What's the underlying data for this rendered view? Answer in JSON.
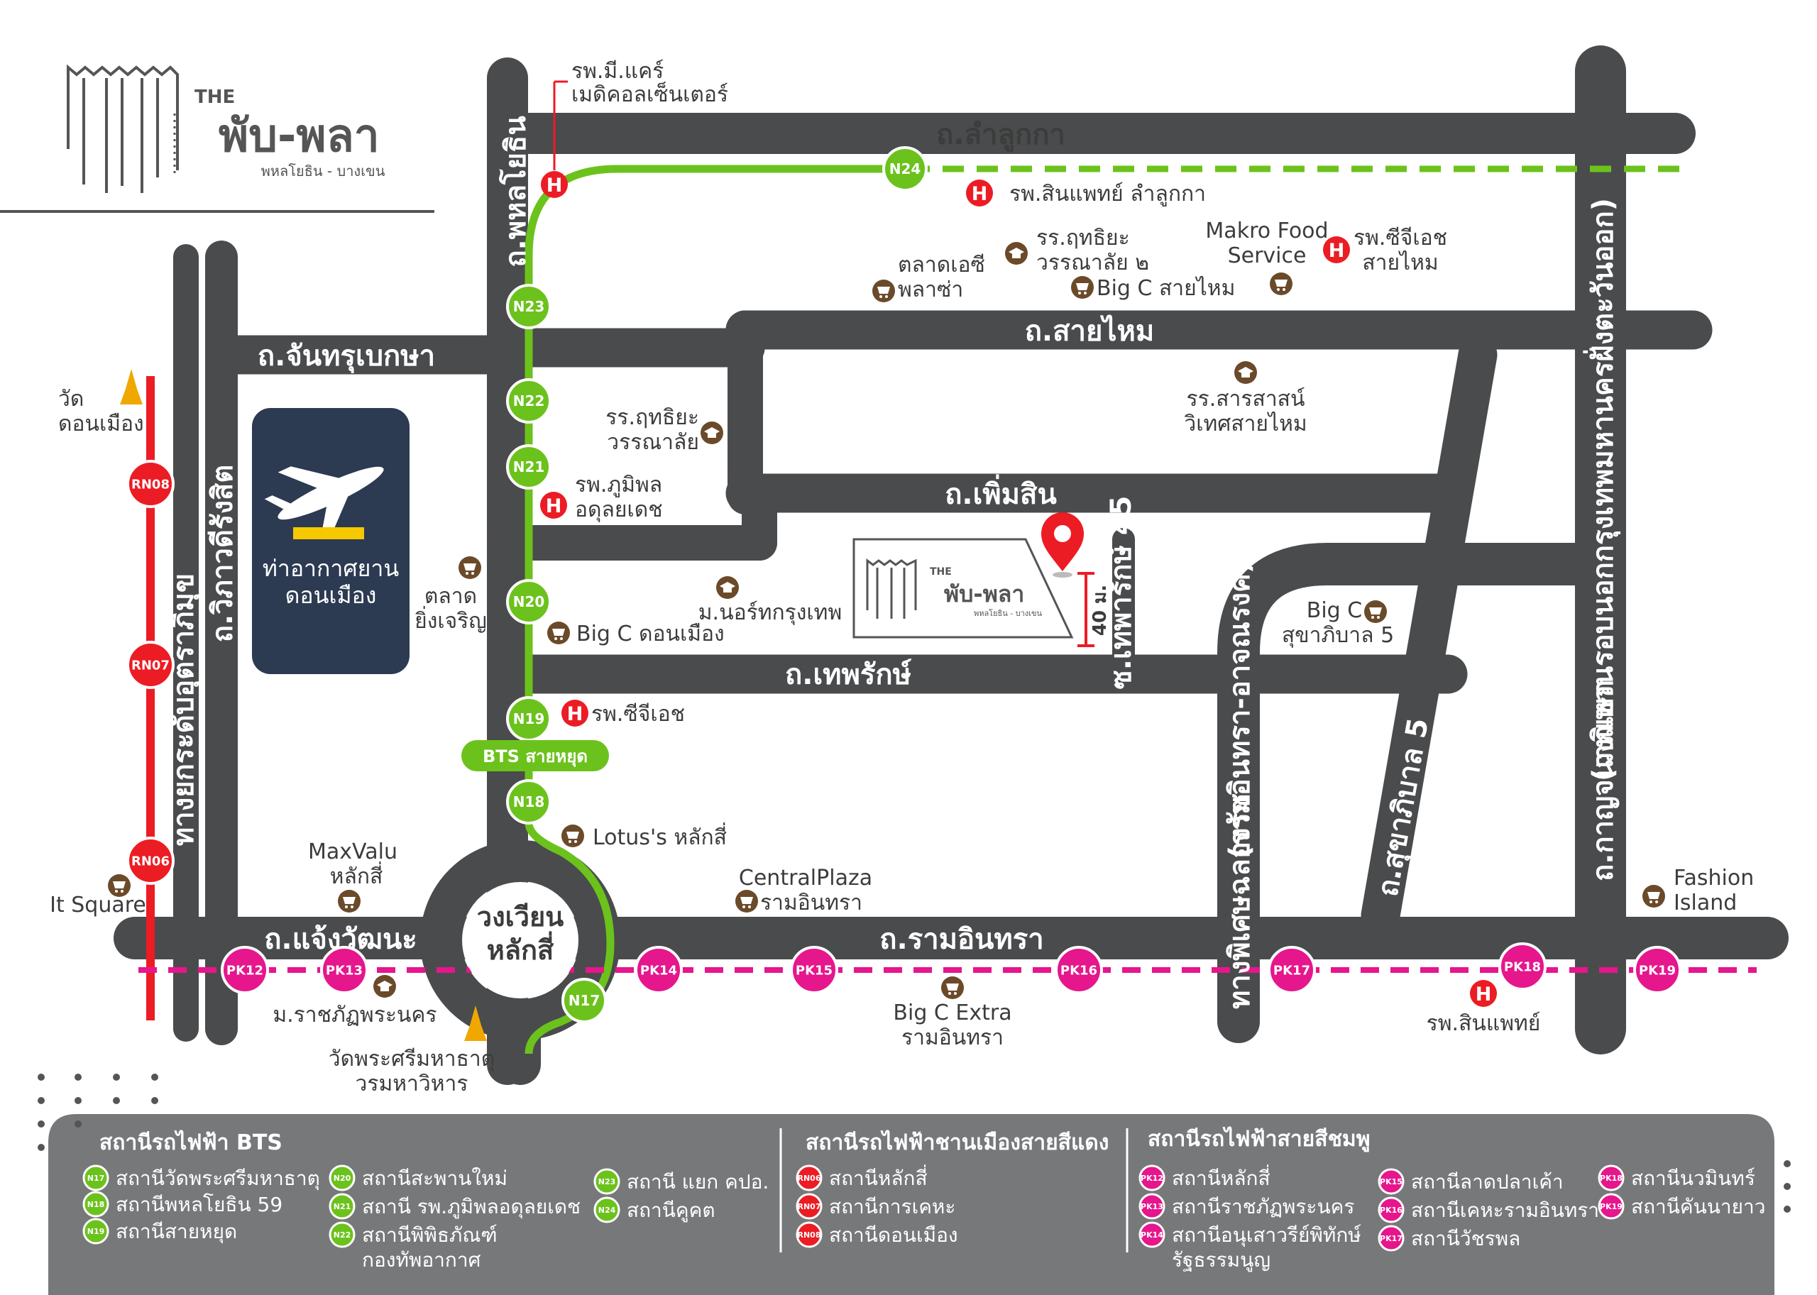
{
  "brand": {
    "prefix": "THE",
    "name": "พับ-พลา",
    "tagline": "พหลโยธิน - บางเขน"
  },
  "roads": {
    "lamlukka": "ถ.ลำลูกกา",
    "phahonyothin": "ถ.พหลโยธิน",
    "chantharubeksa": "ถ.จันทรุเบกษา",
    "saimai": "ถ.สายไหม",
    "phermsin": "ถ.เพิ่มสิน",
    "thepharak": "ถ.เทพรักษ์",
    "wiphawadi": "ถ.วิภาวดีรังสิต",
    "elevated": "ทางยกระดับอุตราภิมุข",
    "chaengwattana": "ถ.แจ้งวัฒนะ",
    "ramintra": "ถ.รามอินทรา",
    "chalongrat": "ทางพิเศษฉลองรัช",
    "chalongrat_sub": "(รามอินทรา-อาจณรงค์)",
    "sukhaphiban5": "ถ.สุขาภิบาล 5",
    "kanchanaphisek": "ถ.กาญจนาภิเษก",
    "kanchanaphisek_sub": "(วงแหวนรอบนอกกรุงเทพมหานครฝั่งตะวันออก)",
    "soi_thepharak45": "ซ.เทพารักษ์ 45",
    "roundabout": [
      "วงเวียน",
      "หลักสี่"
    ]
  },
  "airport": [
    "ท่าอากาศยาน",
    "ดอนเมือง"
  ],
  "distance": "40 ม.",
  "project_tag": {
    "prefix": "THE",
    "name": "พับ-พลา",
    "tagline": "พหลโยธิน - บางเขน"
  },
  "bts_station_label": "BTS สายหยุด",
  "places": {
    "hosp_mecare": [
      "รพ.มี.แคร์",
      "เมดิคอลเซ็นเตอร์"
    ],
    "hosp_sinphaet_lamlukka": "รพ.สินแพทย์ ลำลูกกา",
    "school_ruthiya2": [
      "รร.ฤทธิยะ",
      "วรรณาลัย ๒"
    ],
    "talad_ac": [
      "ตลาดเอซี",
      "พลาซ่า"
    ],
    "bigc_saimai": "Big C สายไหม",
    "makro": [
      "Makro Food",
      "Service"
    ],
    "hosp_sgh_saimai": [
      "รพ.ซีจีเอช",
      "สายไหม"
    ],
    "wat_donmueang": [
      "วัด",
      "ดอนเมือง"
    ],
    "school_ruthiya": [
      "รร.ฤทธิยะ",
      "วรรณาลัย"
    ],
    "school_sarasas": [
      "รร.สารสาสน์",
      "วิเทศสายไหม"
    ],
    "hosp_bhumibol": [
      "รพ.ภูมิพล",
      "อดุลยเดช"
    ],
    "talad_ying": [
      "ตลาด",
      "ยิ่งเจริญ"
    ],
    "univ_north": "ม.นอร์ทกรุงเทพ",
    "bigc_donmueang": "Big C ดอนเมือง",
    "bigc_sukhaphiban": [
      "Big C",
      "สุขาภิบาล 5"
    ],
    "hosp_sgh": "รพ.ซีจีเอช",
    "lotus": "Lotus's หลักสี่",
    "maxvalu": [
      "MaxValu",
      "หลักสี่"
    ],
    "it_square": "It Square",
    "central": [
      "CentralPlaza",
      "รามอินทรา"
    ],
    "fashion": [
      "Fashion",
      "Island"
    ],
    "univ_rajabhat": "ม.ราชภัฏพระนคร",
    "wat_phra_sri": [
      "วัดพระศรีมหาธาตุ",
      "วรมหาวิหาร"
    ],
    "bigc_extra": [
      "Big C Extra",
      "รามอินทรา"
    ],
    "hosp_sinphaet": "รพ.สินแพทย์"
  },
  "stations": {
    "green": [
      "N17",
      "N18",
      "N19",
      "N20",
      "N21",
      "N22",
      "N23",
      "N24"
    ],
    "red": [
      "RN06",
      "RN07",
      "RN08"
    ],
    "pink": [
      "PK12",
      "PK13",
      "PK14",
      "PK15",
      "PK16",
      "PK17",
      "PK18",
      "PK19"
    ]
  },
  "legend": {
    "bts": {
      "title": "สถานีรถไฟฟ้า BTS",
      "items": [
        {
          "code": "N17",
          "name": "สถานีวัดพระศรีมหาธาตุ"
        },
        {
          "code": "N18",
          "name": "สถานีพหลโยธิน 59"
        },
        {
          "code": "N19",
          "name": "สถานีสายหยุด"
        },
        {
          "code": "N20",
          "name": "สถานีสะพานใหม่"
        },
        {
          "code": "N21",
          "name": "สถานี รพ.ภูมิพลอดุลยเดช"
        },
        {
          "code": "N22",
          "name": [
            "สถานีพิพิธภัณฑ์",
            "กองทัพอากาศ"
          ]
        },
        {
          "code": "N23",
          "name": "สถานี แยก คปอ."
        },
        {
          "code": "N24",
          "name": "สถานีคูคต"
        }
      ]
    },
    "red": {
      "title": "สถานีรถไฟฟ้าชานเมืองสายสีแดง",
      "items": [
        {
          "code": "RN06",
          "name": "สถานีหลักสี่"
        },
        {
          "code": "RN07",
          "name": "สถานีการเคหะ"
        },
        {
          "code": "RN08",
          "name": "สถานีดอนเมือง"
        }
      ]
    },
    "pink": {
      "title": "สถานีรถไฟฟ้าสายสีชมพู",
      "items": [
        {
          "code": "PK12",
          "name": "สถานีหลักสี่"
        },
        {
          "code": "PK13",
          "name": "สถานีราชภัฏพระนคร"
        },
        {
          "code": "PK14",
          "name": [
            "สถานีอนุเสาวรีย์พิทักษ์",
            "รัฐธรรมนูญ"
          ]
        },
        {
          "code": "PK15",
          "name": "สถานีลาดปลาเค้า"
        },
        {
          "code": "PK16",
          "name": "สถานีเคหะรามอินทรา"
        },
        {
          "code": "PK17",
          "name": "สถานีวัชรพล"
        },
        {
          "code": "PK18",
          "name": "สถานีนวมินทร์"
        },
        {
          "code": "PK19",
          "name": "สถานีคันนายาว"
        }
      ]
    }
  },
  "colors": {
    "road": "#4a4b4d",
    "bts_green": "#6cc21c",
    "red_line": "#ec1c24",
    "pink_line": "#e6168c",
    "airport_bg": "#2c3a52",
    "airport_bar": "#f5c800",
    "shop_icon": "#6b4a2a",
    "legend_bg": "#77787a"
  }
}
